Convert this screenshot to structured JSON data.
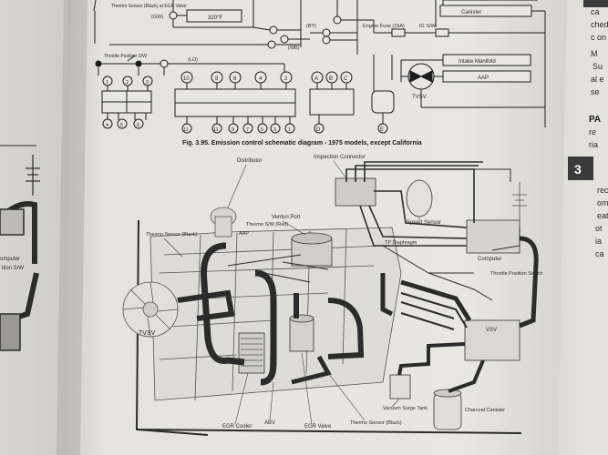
{
  "top": {
    "thermo_sensor": "Thermo Sensor (Black) at EGR Valve",
    "gw": "(GW)",
    "temp": "320°F",
    "engine_fuse": "Engine Fuse (15A)",
    "ig_sw": "IG S/W",
    "canister": "Canister",
    "by": "(BY)",
    "wb": "(WB)",
    "throttle_position": "Throttle Position S/W",
    "lo": "(LO)",
    "intake_manifold": "Intake Manifold",
    "aap": "AAP",
    "tvsv_top": "TVSV"
  },
  "connector_numbers": {
    "top_row": [
      "10",
      "8",
      "6",
      "4",
      "2"
    ],
    "bottom_row": [
      "11",
      "11",
      "9",
      "7",
      "5",
      "3",
      "1"
    ],
    "abc": [
      "A",
      "B",
      "C"
    ],
    "def": [
      "D",
      "E"
    ],
    "small_left": [
      "1",
      "2",
      "3",
      "4",
      "5",
      "6"
    ]
  },
  "caption": "Fig. 3.95. Emission control schematic diagram - 1975 models, except California",
  "diagram": {
    "distributor": "Distributor",
    "inspection_connector": "Inspection Connector",
    "venturi_port": "Venturi Port",
    "thermo_sensor_black": "Thermo Sensor (Black)",
    "thermo_s_w": "Thermo S/W (Red)",
    "aap": "AAP",
    "tp_diaphragm": "TP Diaphragm",
    "speed_sensor": "Speed Sensor",
    "computer": "Computer",
    "throttle_position_switch": "Throttle Position Switch",
    "tvsv": "TVSV",
    "vsv": "VSV",
    "vacuum_surge_tank": "Vacuum Surge Tank",
    "charcoal_canister": "Charcoal Canister",
    "egr_cooler": "EGR Cooler",
    "abv": "ABV",
    "egr_valve": "EGR Valve",
    "thermo_sensor_black_bottom": "Thermo Sensor (Black)"
  },
  "right_page": {
    "chapter": "3",
    "snips": [
      "ca",
      "ched",
      "c on",
      "M",
      "Su",
      "al e",
      "se",
      "PA",
      "re",
      "ria",
      "rec",
      "om",
      "eat",
      "ot",
      "ia",
      "ca"
    ]
  },
  "left_page": {
    "snips": [
      "omputer",
      "ition S/W"
    ]
  },
  "colors": {
    "paper": "#e9e7e2",
    "ink": "#1c1c1c",
    "hose": "#2b2b2b",
    "shadow": "#1a1a1a"
  }
}
